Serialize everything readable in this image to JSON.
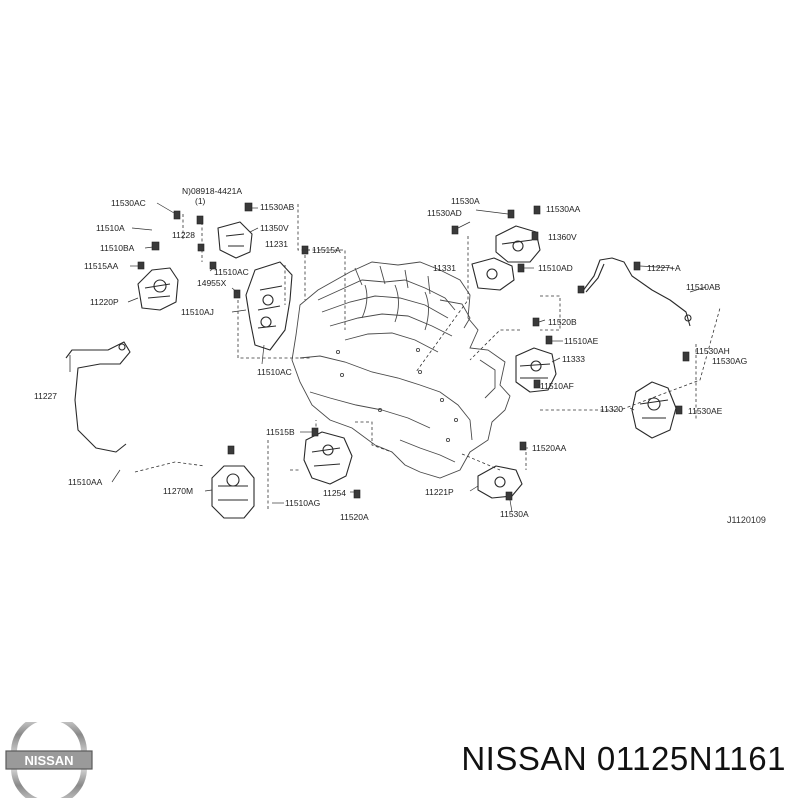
{
  "diagram": {
    "code": "J1120109",
    "labels": {
      "l_11530ac": "11530AC",
      "l_0891g": "N)08918-4421A",
      "l_1_top": "(1)",
      "l_11530ab": "11530AB",
      "l_11510a_l": "11510A",
      "l_11228": "11228",
      "l_11350v": "11350V",
      "l_11510ba": "11510BA",
      "l_11231": "11231",
      "l_11515a": "11515A",
      "l_11515aa": "11515AA",
      "l_11510ac_a": "11510AC",
      "l_14955x": "14955X",
      "l_11220p": "11220P",
      "l_11510aj": "11510AJ",
      "l_11510ac_b": "11510AC",
      "l_11227_l": "11227",
      "l_11510aa": "11510AA",
      "l_11515b": "11515B",
      "l_11270m": "11270M",
      "l_11254": "11254",
      "l_11510ag": "11510AG",
      "l_11520a": "11520A",
      "l_11530a_top": "11530A",
      "l_11530ad": "11530AD",
      "l_11530aa": "11530AA",
      "l_11360v": "11360V",
      "l_11331": "11331",
      "l_11510ad": "11510AD",
      "l_11227_plus_a": "11227+A",
      "l_11510ab": "11510AB",
      "l_11520b": "11520B",
      "l_11510ae": "11510AE",
      "l_11333": "11333",
      "l_11510af": "11510AF",
      "l_11530ah": "11530AH",
      "l_11530ag": "11530AG",
      "l_11320": "11320",
      "l_11530ae": "11530AE",
      "l_11520aa": "11520AA",
      "l_11221p": "11221P",
      "l_11530a_bot": "11530A"
    }
  },
  "footer": {
    "brand_logo_text": "NISSAN",
    "part_number": "NISSAN 01125N1161"
  }
}
